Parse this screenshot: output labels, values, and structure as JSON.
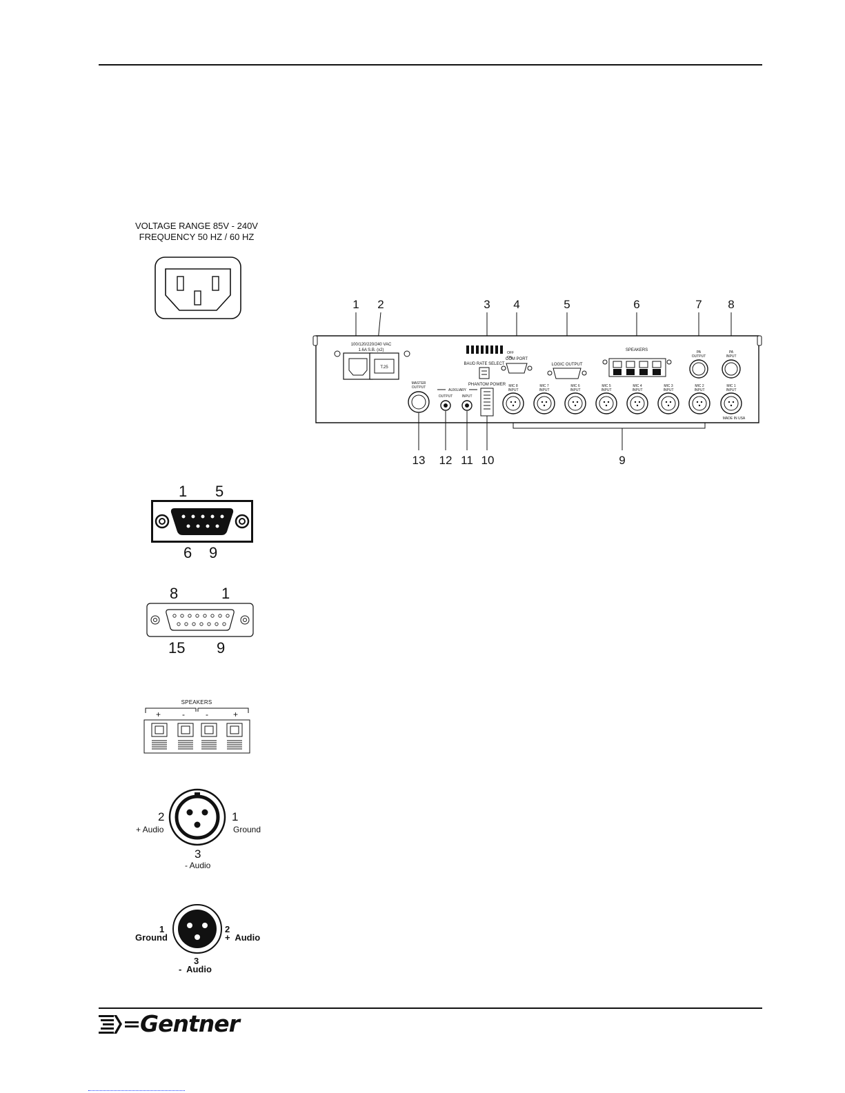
{
  "power": {
    "voltage_line": "VOLTAGE RANGE 85V - 240V",
    "frequency_line": "FREQUENCY 50 HZ / 60 HZ"
  },
  "rear_panel": {
    "callouts_top": [
      "1",
      "2",
      "3",
      "4",
      "5",
      "6",
      "7",
      "8"
    ],
    "callouts_bottom": [
      "13",
      "12",
      "11",
      "10",
      "9"
    ],
    "voltage_label": "100/120/220/240 VAC",
    "fuse_label": "1.6A S.B. (x2)",
    "fuse_mark": "T.25",
    "baud_rate_label": "BAUD RATE SELECT",
    "off_label": "OFF",
    "on_label": "ON",
    "com_port_label": "COM PORT",
    "logic_output_label": "LOGIC OUTPUT",
    "speakers_label": "SPEAKERS",
    "pa_output_label": [
      "PA",
      "OUTPUT"
    ],
    "pa_input_label": [
      "PA",
      "INPUT"
    ],
    "master_output_label": [
      "MASTER",
      "OUTPUT"
    ],
    "auxiliary_label": "AUXILIARY",
    "aux_output_label": "OUTPUT",
    "aux_input_label": "INPUT",
    "phantom_power_label": "PHANTOM POWER",
    "mic_inputs": [
      "MIC 8",
      "MIC 7",
      "MIC 6",
      "MIC 5",
      "MIC 4",
      "MIC 3",
      "MIC 2",
      "MIC 1"
    ],
    "input_label": "INPUT",
    "made_in": "MADE IN USA"
  },
  "db9": {
    "top_left": "1",
    "top_right": "5",
    "bottom_left": "6",
    "bottom_right": "9"
  },
  "db15": {
    "top_left": "8",
    "top_right": "1",
    "bottom_left": "15",
    "bottom_right": "9"
  },
  "speakers": {
    "title": "SPEAKERS",
    "polarity": [
      "+",
      "-",
      "-",
      "+"
    ]
  },
  "xlr_female": {
    "pin2_num": "2",
    "pin2_label": "+ Audio",
    "pin1_num": "1",
    "pin1_label": "Ground",
    "pin3_num": "3",
    "pin3_label": "- Audio"
  },
  "xlr_male": {
    "pin1_num": "1",
    "pin1_label": "Ground",
    "pin2_num": "2",
    "pin2_label": "+  Audio",
    "pin3_num": "3",
    "pin3_label": "-  Audio"
  },
  "footer": {
    "brand": "Gentner"
  }
}
